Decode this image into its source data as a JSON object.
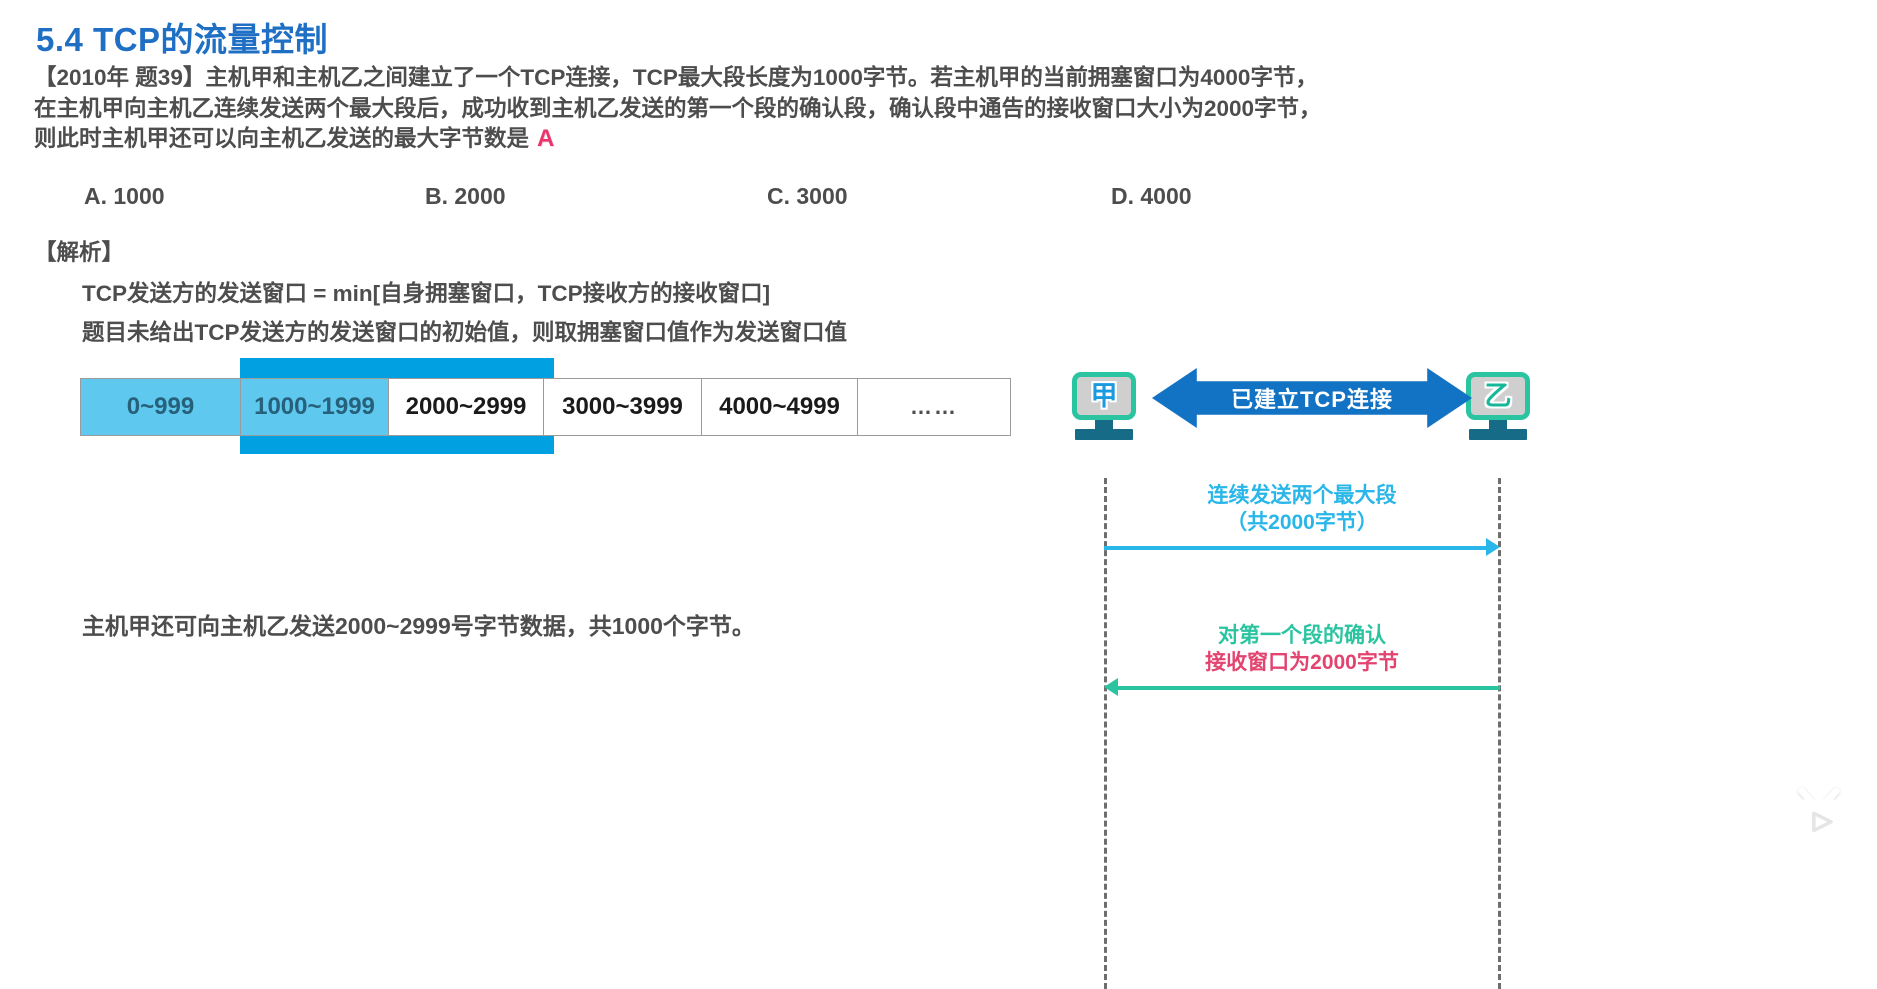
{
  "title": "5.4 TCP的流量控制",
  "question": {
    "lines": [
      "【2010年 题39】主机甲和主机乙之间建立了一个TCP连接，TCP最大段长度为1000字节。若主机甲的当前拥塞窗口为4000字节，",
      "在主机甲向主机乙连续发送两个最大段后，成功收到主机乙发送的第一个段的确认段，确认段中通告的接收窗口大小为2000字节，",
      "则此时主机甲还可以向主机乙发送的最大字节数是"
    ],
    "answer_mark": "A"
  },
  "options": [
    {
      "label": "A. 1000"
    },
    {
      "label": "B. 2000"
    },
    {
      "label": "C. 3000"
    },
    {
      "label": "D. 4000"
    }
  ],
  "analysis": {
    "label": "【解析】",
    "line1": "TCP发送方的发送窗口 = min[自身拥塞窗口，TCP接收方的接收窗口]",
    "line2": "题目未给出TCP发送方的发送窗口的初始值，则取拥塞窗口值作为发送窗口值"
  },
  "byte_strip": {
    "cells": [
      {
        "text": "0~999",
        "state": "sent"
      },
      {
        "text": "1000~1999",
        "state": "sent"
      },
      {
        "text": "2000~2999",
        "state": "available"
      },
      {
        "text": "3000~3999",
        "state": "available"
      },
      {
        "text": "4000~4999",
        "state": "available"
      },
      {
        "text": "……",
        "state": "available"
      }
    ],
    "window_band_color": "#00a0e1",
    "sent_cell_color": "#5ec8ee"
  },
  "conclusion": "主机甲还可向主机乙发送2000~2999号字节数据，共1000个字节。",
  "sequence": {
    "host_a": "甲",
    "host_b": "乙",
    "connection_label": "已建立TCP连接",
    "messages": [
      {
        "direction": "a-to-b",
        "line1": "连续发送两个最大段",
        "line2": "（共2000字节）",
        "color": "#29b6e8"
      },
      {
        "direction": "b-to-a",
        "line1": "对第一个段的确认",
        "line2": "接收窗口为2000字节",
        "color_line1": "#2bc4a0",
        "color_line2": "#e2446f"
      }
    ]
  },
  "watermark": {
    "name": "bilibili-tv-play-icon"
  },
  "colors": {
    "title": "#1f6fc4",
    "body_text": "#4d4d4d",
    "answer": "#e8356d",
    "connection_arrow": "#1272c4",
    "host_border": "#2bc4a0"
  }
}
